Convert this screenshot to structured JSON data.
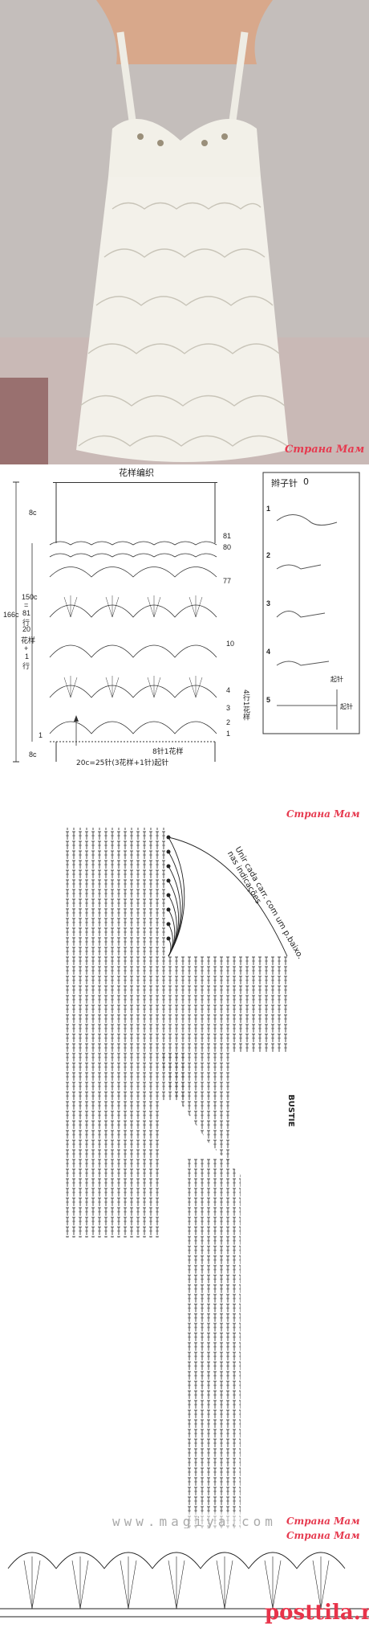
{
  "watermark_site": "Страна Мам",
  "photo": {
    "wall_color": "#c3bcb8",
    "dress_color": "#f3f1ea"
  },
  "pattern": {
    "title": "花样编织",
    "label_8c_top": "8c",
    "label_166c": "166c",
    "label_150c": "150c",
    "label_eq": "=",
    "label_81": "81",
    "label_hang": "行",
    "label_20": "20",
    "label_huayang": "花样",
    "label_plus": "+",
    "label_1": "1",
    "label_hang2": "行",
    "label_8c_bottom": "8c",
    "row_81": "81",
    "row_80": "80",
    "row_77": "77",
    "row_10": "10",
    "row_4": "4",
    "row_3": "3",
    "row_2": "2",
    "row_1": "1",
    "left_1": "1",
    "side_label": "4行1花样",
    "note_1": "8针1花样",
    "note_2": "20c=25针(3花样+1针)起针",
    "side_panel_title": "辫子针",
    "side_panel_symbol": "0",
    "steps": [
      "1",
      "2",
      "3",
      "4",
      "5"
    ],
    "step4_note": "起针",
    "step5_note": "起针"
  },
  "bustie": {
    "instruction": "Unir cada carr. com um p.baixo. nas indicações",
    "title": "BUSTIE",
    "site_url": "www.magiya.com"
  },
  "edging": {
    "site_1": "Страна Мам",
    "site_2": "posttila.ru"
  }
}
